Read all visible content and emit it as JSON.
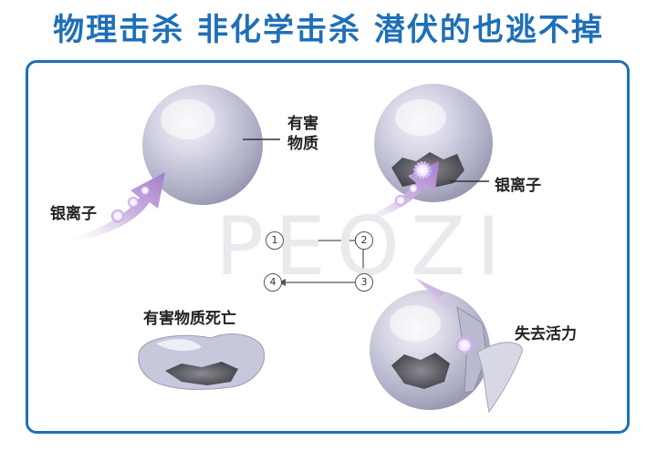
{
  "title": "物理击杀 非化学击杀 潜伏的也逃不掉",
  "labels": {
    "harmful_substance": "有害物质",
    "silver_ion_left": "银离子",
    "silver_ion_right": "银离子",
    "substance_death": "有害物质死亡",
    "lose_activity": "失去活力"
  },
  "steps": [
    "1",
    "2",
    "3",
    "4"
  ],
  "watermark": "PEOZI",
  "colors": {
    "title": "#1e6fb8",
    "border": "#1f6fb6",
    "sphere": "#c9cade",
    "arrow": "#b38fd0"
  }
}
